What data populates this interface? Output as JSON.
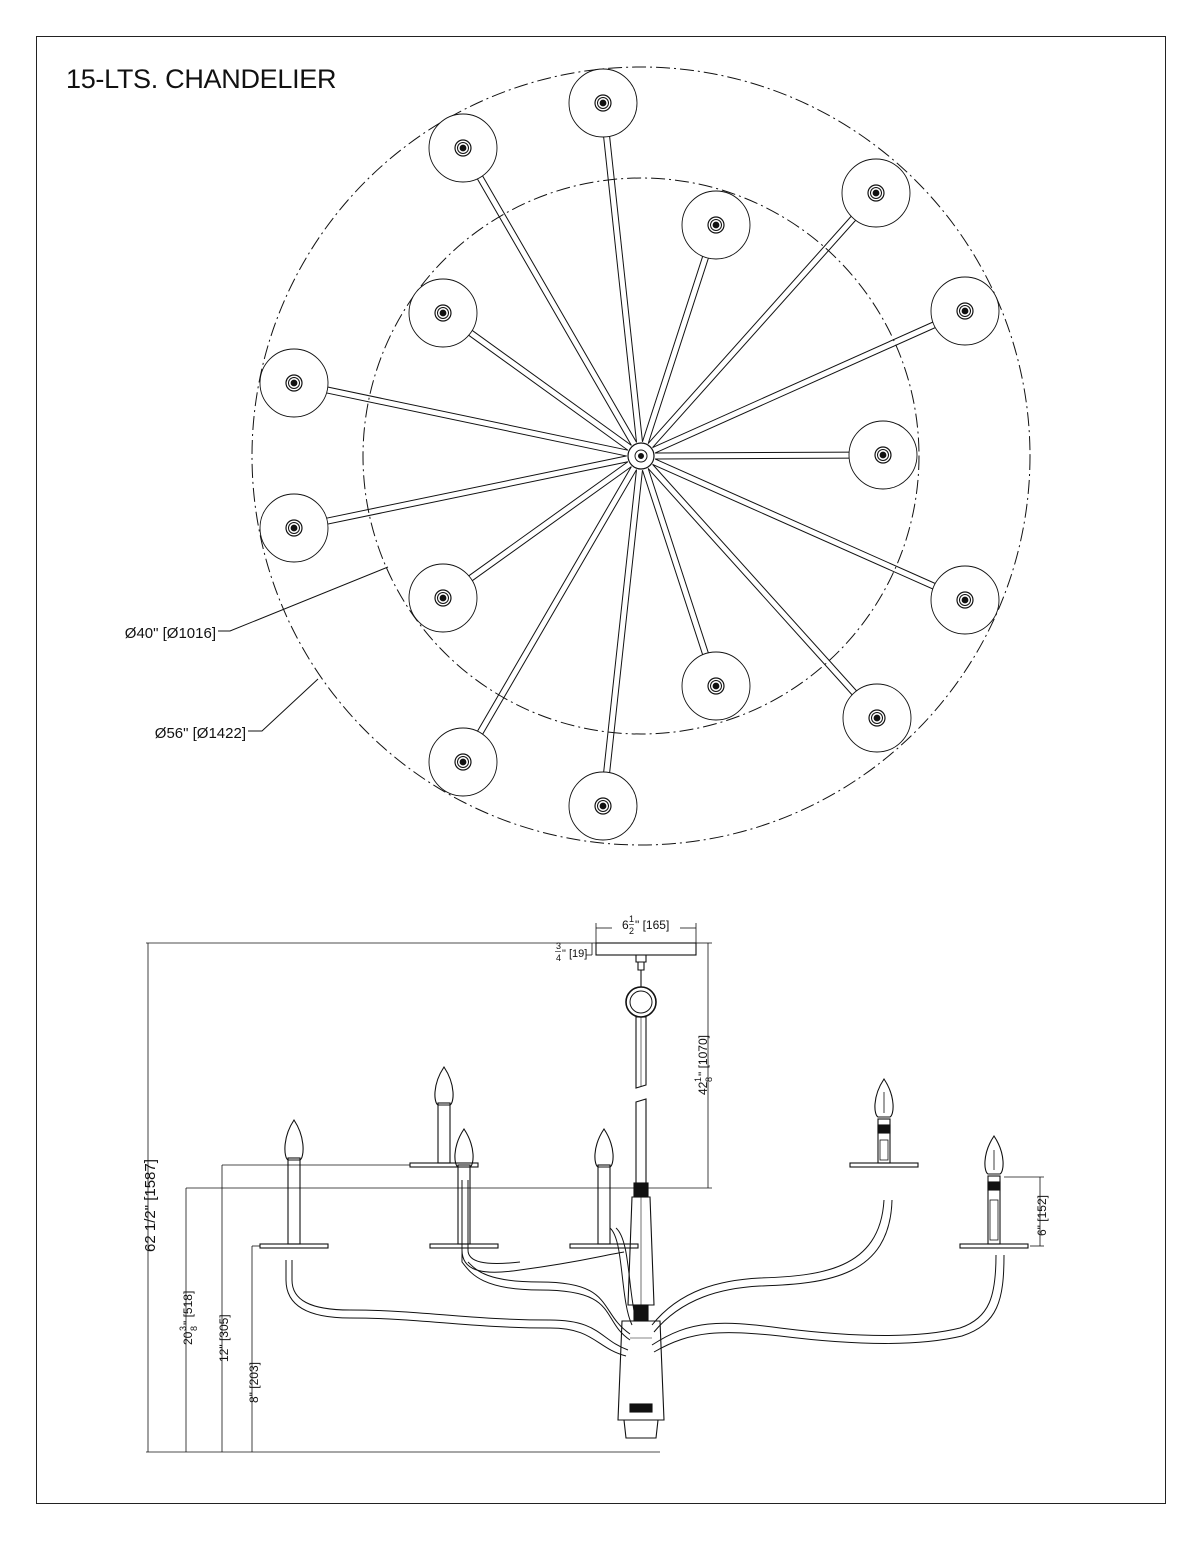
{
  "title": "15-LTS. CHANDELIER",
  "top_view": {
    "inner_diameter_label": "Ø40\" [Ø1016]",
    "outer_diameter_label": "Ø56\" [Ø1422]"
  },
  "side_view": {
    "canopy_width": {
      "whole": "6",
      "num": "1",
      "den": "2",
      "rest": "\" [165]"
    },
    "canopy_height": {
      "num": "3",
      "den": "4",
      "rest": "\" [19]"
    },
    "chain_length": {
      "whole": "42",
      "num": "1",
      "den": "8",
      "rest": "\" [1070]"
    },
    "overall_height": "62 1/2\" [1587]",
    "body_height": {
      "whole": "20",
      "num": "3",
      "den": "8",
      "rest": "\" [518]"
    },
    "upper_arm_height": "12\" [305]",
    "lower_arm_height": "8\" [203]",
    "candle_height": "6\" [152]"
  }
}
